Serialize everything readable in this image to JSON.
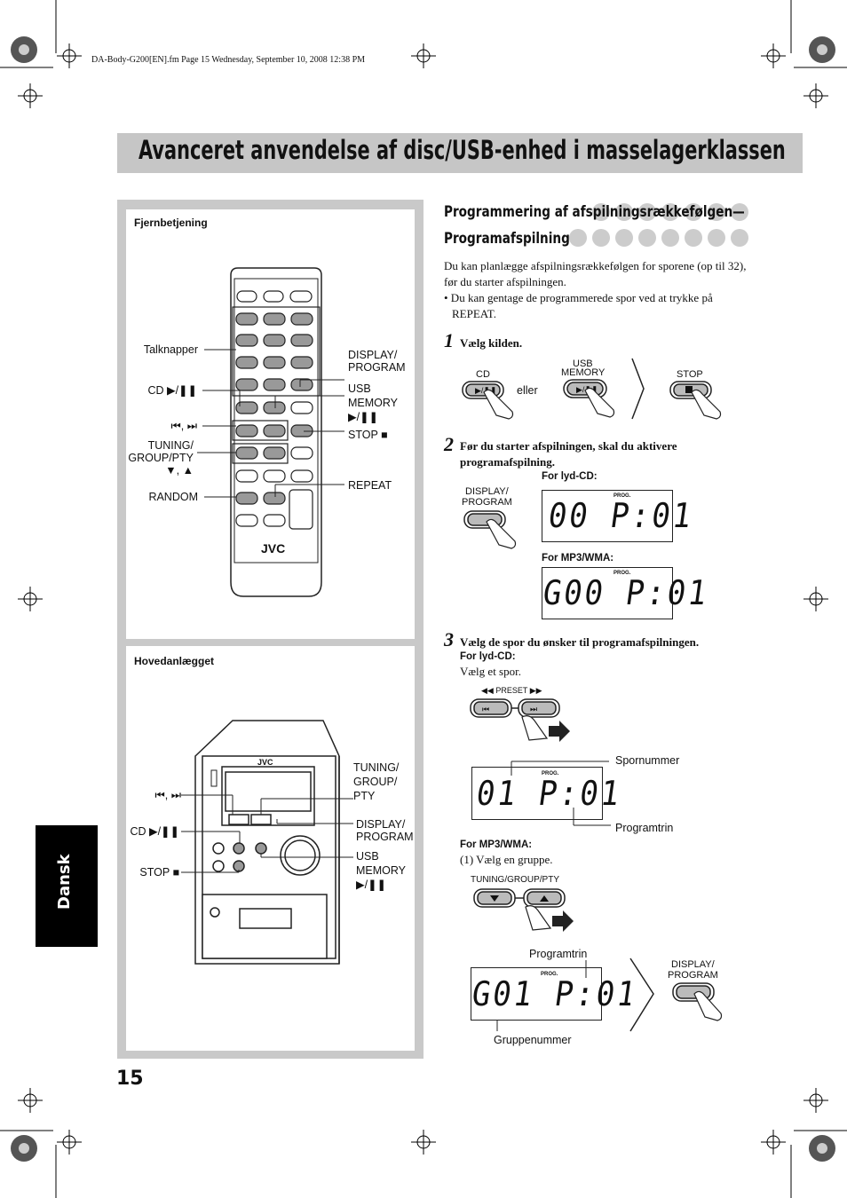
{
  "file_info": "DA-Body-G200[EN].fm  Page 15  Wednesday, September 10, 2008  12:38 PM",
  "title": "Avanceret anvendelse af disc/USB-enhed i masselagerklassen",
  "remote_panel": {
    "label": "Fjernbetjening",
    "brand": "JVC",
    "labels_left": [
      "Talknapper",
      "CD ▶/❚❚",
      "⏮, ⏭",
      "TUNING/",
      "GROUP/PTY",
      "▼, ▲",
      "RANDOM"
    ],
    "labels_right": [
      "DISPLAY/",
      "PROGRAM",
      "USB",
      "MEMORY",
      "▶/❚❚",
      "STOP ■",
      "REPEAT"
    ]
  },
  "main_panel": {
    "label": "Hovedanlægget",
    "brand": "JVC",
    "labels_left": [
      "⏮, ⏭",
      "CD ▶/❚❚",
      "STOP ■"
    ],
    "labels_right": [
      "TUNING/",
      "GROUP/",
      "PTY",
      "DISPLAY/",
      "PROGRAM",
      "USB",
      "MEMORY",
      "▶/❚❚"
    ]
  },
  "section": {
    "heading_line1": "Programmering af afspilningsrækkefølgen—",
    "heading_line2": "Programafspilning",
    "intro": "Du kan planlægge afspilningsrækkefølgen for sporene (op til 32), før du starter afspilningen.",
    "bullet": "• Du kan gentage de programmerede spor ved at trykke på REPEAT."
  },
  "steps": [
    {
      "number": "1",
      "text": "Vælg kilden.",
      "cd_label": "CD",
      "usb_label_1": "USB",
      "usb_label_2": "MEMORY",
      "or_text": "eller",
      "stop_label": "STOP"
    },
    {
      "number": "2",
      "text": "Før du starter afspilningen, skal du aktivere programafspilning.",
      "display_label_1": "DISPLAY/",
      "display_label_2": "PROGRAM",
      "for_cd": "For lyd-CD:",
      "lcd_cd": "00 P:01",
      "for_mp3": "For MP3/WMA:",
      "lcd_mp3": "G00 P:01",
      "prog": "PROG."
    },
    {
      "number": "3",
      "text": "Vælg de spor du ønsker til programafspilningen.",
      "for_cd": "For lyd-CD:",
      "choose_track": "Vælg et spor.",
      "preset_label": "◀◀  PRESET  ▶▶",
      "lcd_track": "01 P:01",
      "track_number": "Spornummer",
      "program_step": "Programtrin",
      "for_mp3": "For MP3/WMA:",
      "choose_group": "(1)  Vælg en gruppe.",
      "tuning_label": "TUNING/GROUP/PTY",
      "program_step_2": "Programtrin",
      "lcd_group": "G01 P:01",
      "group_number": "Gruppenummer",
      "display_label_1": "DISPLAY/",
      "display_label_2": "PROGRAM"
    }
  ],
  "side_tab": "Dansk",
  "page_number": "15"
}
